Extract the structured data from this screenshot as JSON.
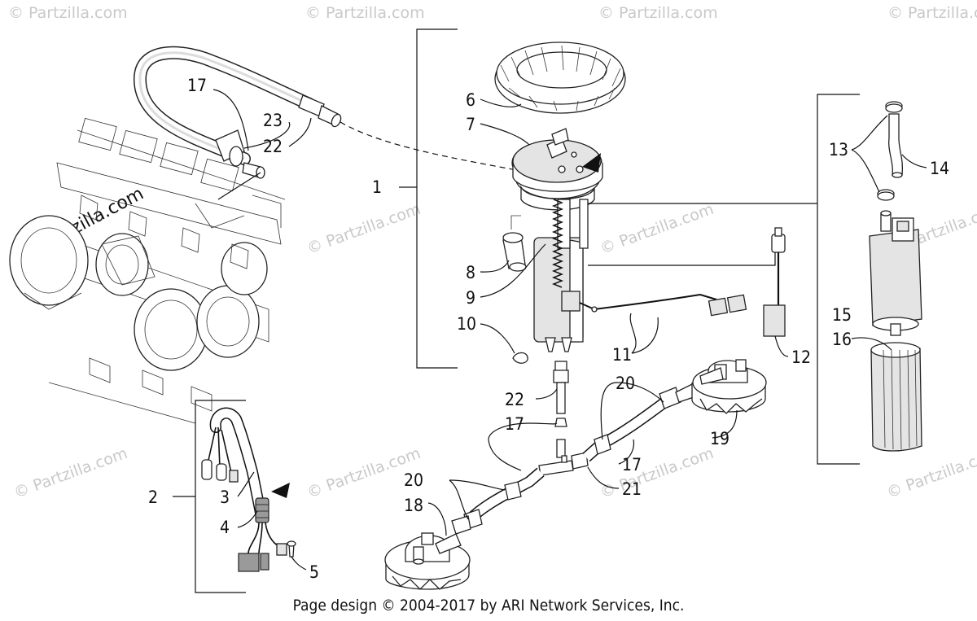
{
  "watermark": {
    "text": "© Partzilla.com",
    "prominent_text": "© Partzilla.com"
  },
  "callouts": {
    "c1": "1",
    "c2": "2",
    "c3": "3",
    "c4": "4",
    "c5": "5",
    "c6": "6",
    "c7": "7",
    "c8": "8",
    "c9": "9",
    "c10": "10",
    "c11": "11",
    "c12": "12",
    "c13": "13",
    "c14": "14",
    "c15": "15",
    "c16": "16",
    "c17a": "17",
    "c17b": "17",
    "c17c": "17",
    "c18": "18",
    "c19": "19",
    "c20a": "20",
    "c20b": "20",
    "c21": "21",
    "c22a": "22",
    "c22b": "22",
    "c23": "23"
  },
  "footer": {
    "text": "Page design © 2004-2017 by ARI Network Services, Inc."
  }
}
